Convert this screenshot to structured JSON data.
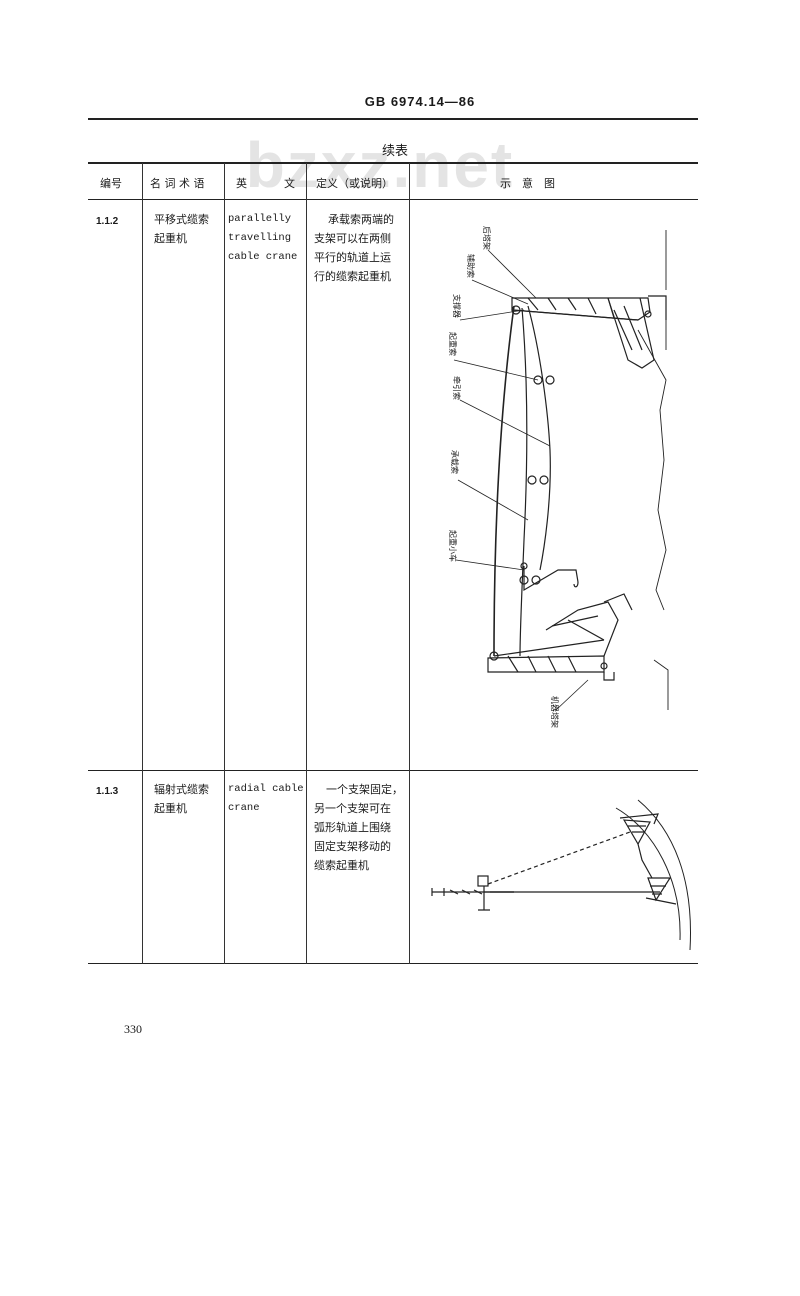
{
  "watermark": "bzxz.net",
  "standard_code": "GB 6974.14—86",
  "continued_title": "续表",
  "headers": {
    "number": "编号",
    "term": "名 词 术 语",
    "english_a": "英",
    "english_b": "文",
    "definition": "定义（或说明）",
    "diagram": "示　意　图"
  },
  "rows": [
    {
      "number": "1.1.2",
      "term_lines": [
        "平移式缆索",
        "起重机"
      ],
      "english_lines": [
        "parallelly",
        "travelling",
        "cable crane"
      ],
      "definition_lines": [
        "承载索两端的",
        "支架可以在两侧",
        "平行的轨道上运",
        "行的缆索起重机"
      ],
      "diagram_labels": {
        "rear_tower": "后塔架",
        "aux_cable": "辅助索",
        "carrier": "支撑器",
        "hoist_cable": "起重索",
        "traction_cable": "牵引索",
        "track_cable": "承载索",
        "trolley": "起重小车",
        "head_tower": "机器塔架"
      }
    },
    {
      "number": "1.1.3",
      "term_lines": [
        "辐射式缆索",
        "起重机"
      ],
      "english_lines": [
        "radial cable",
        "crane"
      ],
      "definition_lines": [
        "一个支架固定，",
        "另一个支架可在",
        "弧形轨道上围绕",
        "固定支架移动的",
        "缆索起重机"
      ]
    }
  ],
  "page_number": "330"
}
